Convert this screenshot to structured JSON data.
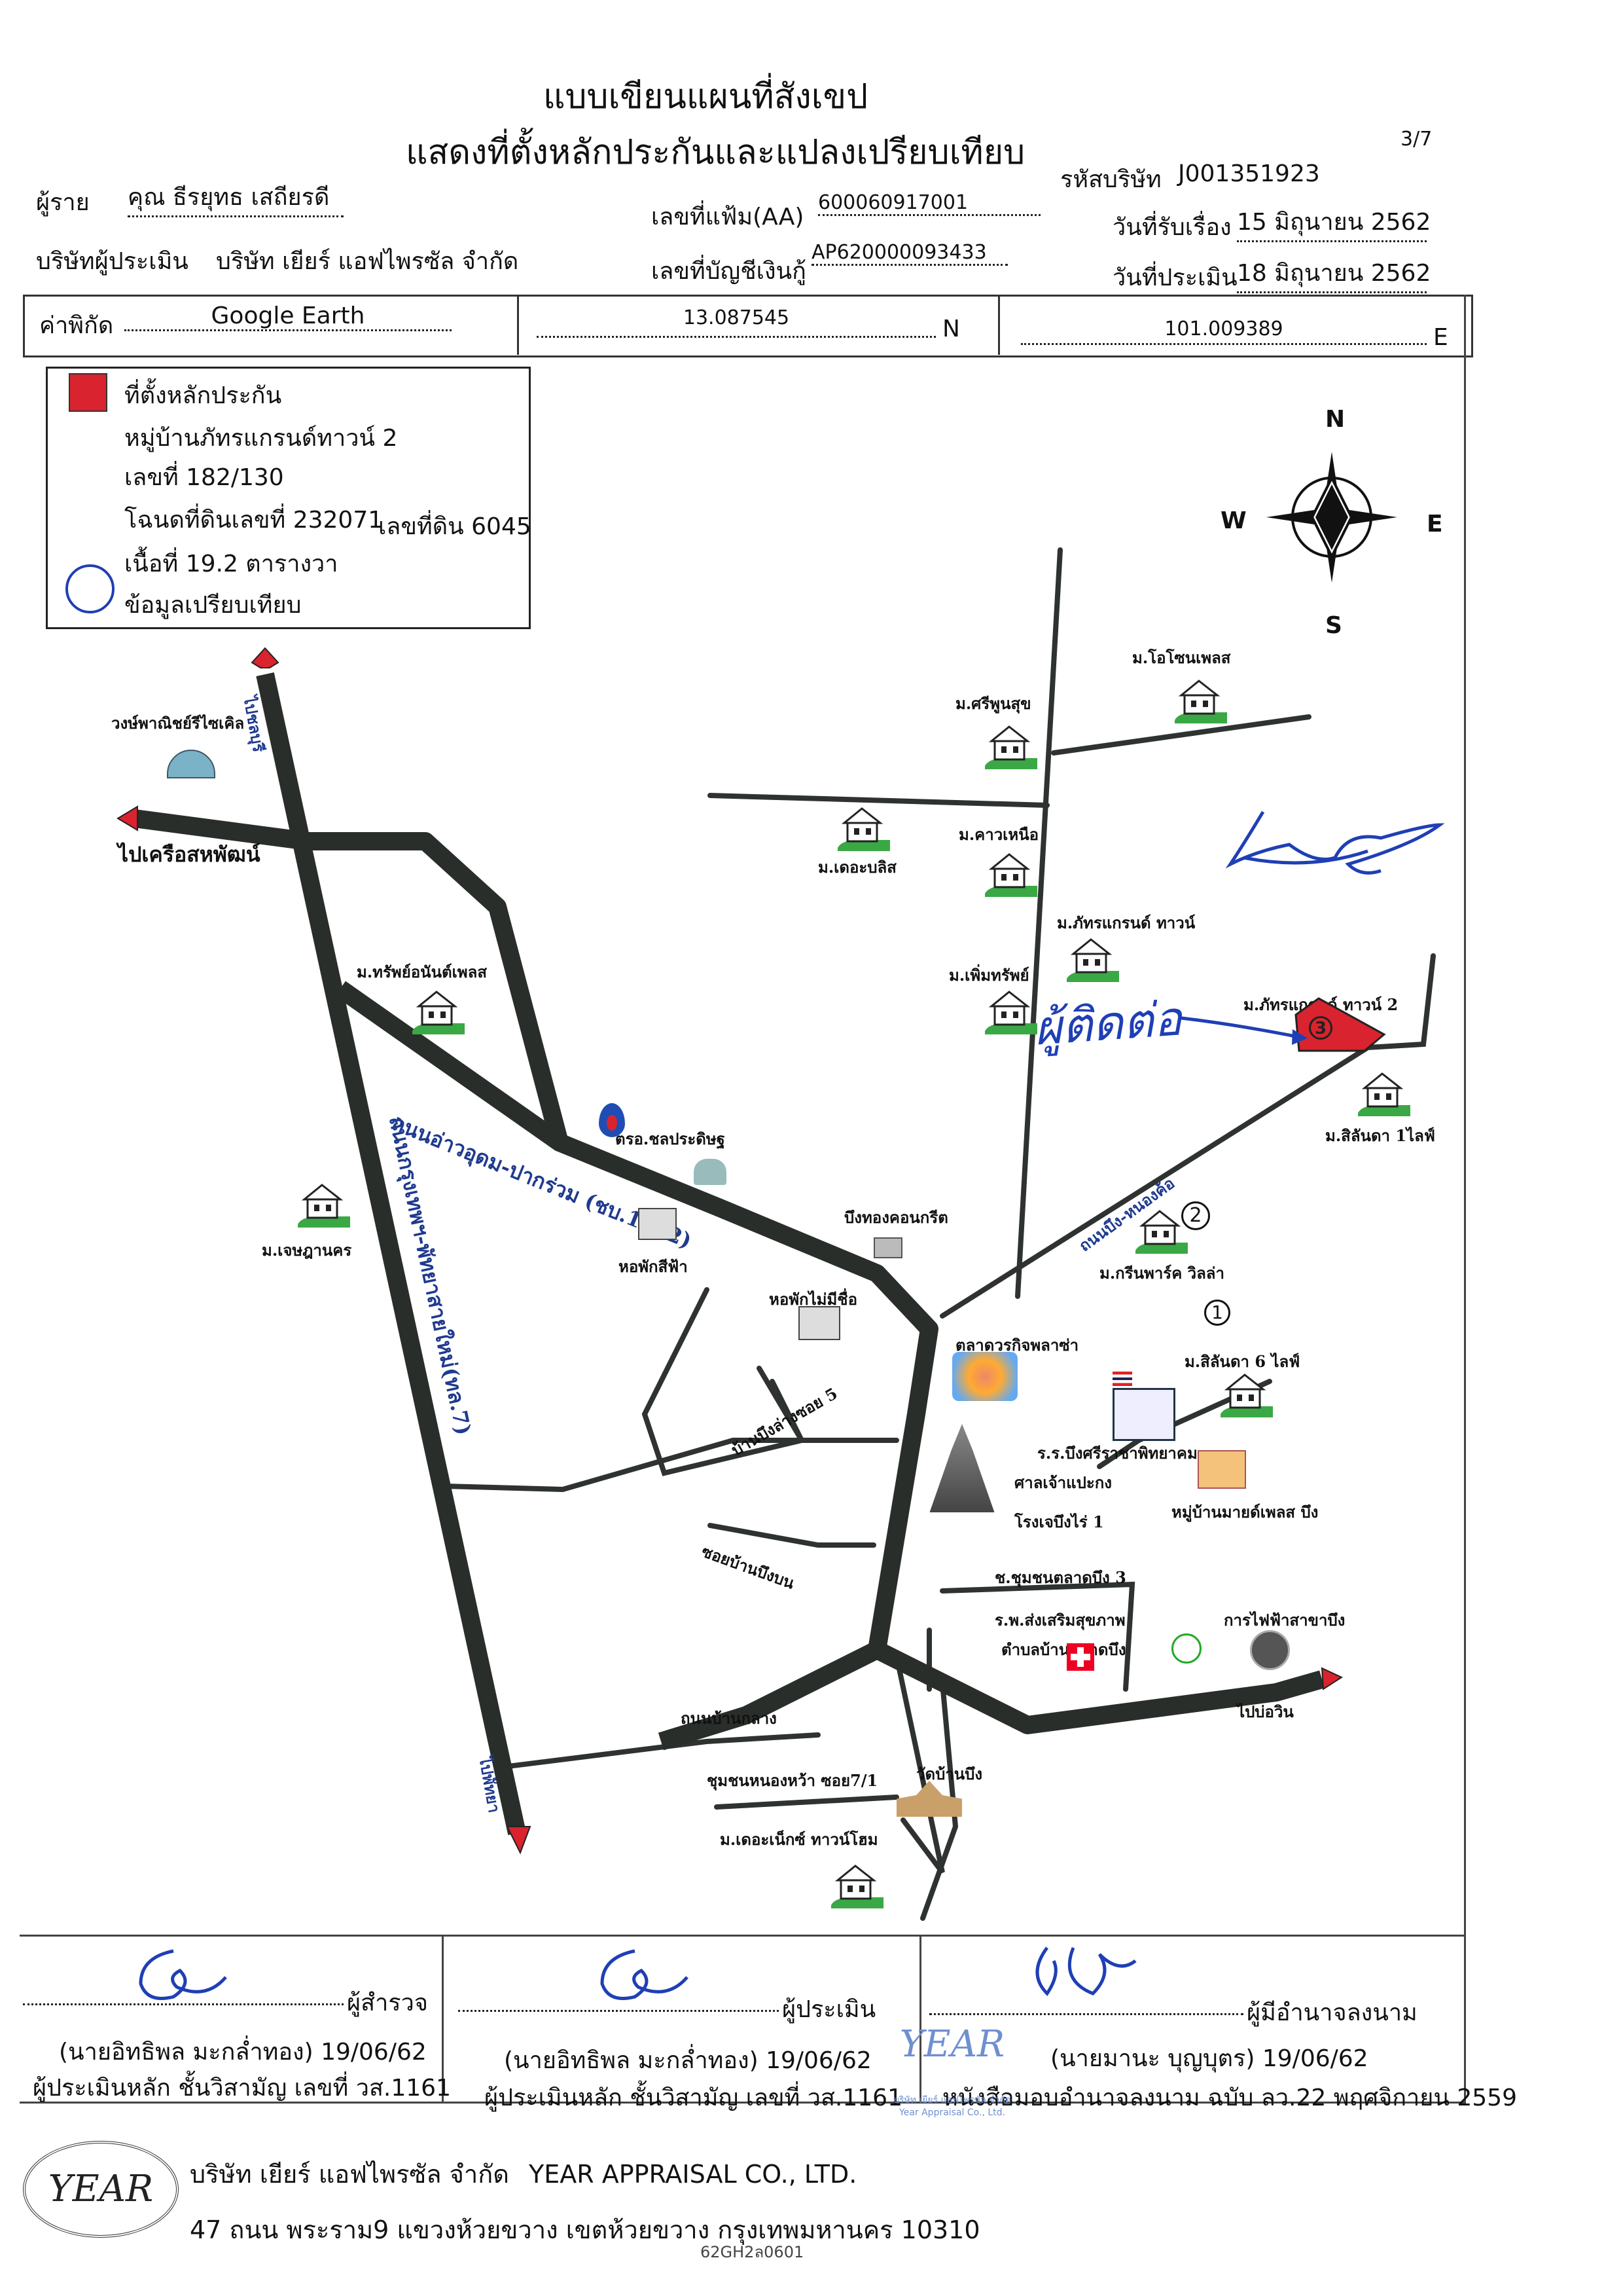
{
  "header": {
    "title_line1": "แบบเขียนแผนที่สังเขป",
    "title_line2": "แสดงที่ตั้งหลักประกันและแปลงเปรียบเทียบ",
    "page_no": "3/7",
    "company_code_label": "รหัสบริษัท",
    "company_code": "J001351923",
    "client_label": "ผู้ราย",
    "client_name": "คุณ ธีรยุทธ เสถียรดี",
    "file_no_label": "เลขที่แฟ้ม(AA)",
    "file_no": "600060917001",
    "received_label": "วันที่รับเรื่อง",
    "received_date": "15 มิถุนายน 2562",
    "appraiser_company_label": "บริษัทผู้ประเมิน",
    "appraiser_company": "บริษัท เยียร์ แอฟไพรซัล จำกัด",
    "loan_no_label": "เลขที่บัญชีเงินกู้",
    "loan_no": "AP620000093433",
    "appraisal_date_label": "วันที่ประเมิน",
    "appraisal_date": "18 มิถุนายน 2562"
  },
  "coords": {
    "source_label": "ค่าพิกัด",
    "source": "Google Earth",
    "lat": "13.087545",
    "lat_suffix": "N",
    "lon": "101.009389",
    "lon_suffix": "E"
  },
  "legend": {
    "collateral_title": "ที่ตั้งหลักประกัน",
    "village": "หมู่บ้านภัทรแกรนด์ทาวน์ 2",
    "house_no": "เลขที่ 182/130",
    "deed": "โฉนดที่ดินเลขที่ 232071",
    "land_no": "เลขที่ดิน 6045",
    "area": "เนื้อที่ 19.2 ตารางวา",
    "comparable_label": "ข้อมูลเปรียบเทียบ",
    "collateral_color": "#d9232e",
    "comparable_color": "#1f3fb5"
  },
  "compass": {
    "n": "N",
    "s": "S",
    "e": "E",
    "w": "W"
  },
  "map": {
    "road_color": "#2a2e2b",
    "roads": {
      "to_chonburi": "ไปชลบุรี",
      "to_kruea_sahapat": "ไปเครือสหพัฒน์",
      "to_pattaya": "ไปพัทยา",
      "to_bo_win": "ไปบ่อวิน",
      "road_ao_udom": "ถนนอ่าวอุดม-ปากร่วม (ชบ.1032)",
      "road_motorway": "ถนนกรุงเทพฯ-พัทยาสายใหม่(ทล.7)",
      "road_bueng_nong_kho": "ถนนบึง-หนองค้อ",
      "soi_ban_bueng_lang": "บ้านบึงล่างซอย 5",
      "soi_ban_bueng_bon": "ซอยบ้านบึงบน",
      "road_ban_klang": "ถนนบ้านกลาง"
    },
    "labels": {
      "wong_panich": "วงษ์พาณิชย์รีไซเคิล",
      "m_o_zone": "ม.โอโซนเพลส",
      "m_sri_phun_suk": "ม.ศรีพูนสุข",
      "m_kao_nuea": "ม.คาวเหนือ",
      "m_the_bliss": "ม.เดอะบลิส",
      "m_phatra_grand": "ม.ภัทรแกรนด์ ทาวน์",
      "m_perm_sap": "ม.เพิ่มทรัพย์",
      "m_phatra_grand_2": "ม.ภัทรแกรนด์ ทาวน์ 2",
      "m_sap_anan": "ม.ทรัพย์อนันต์เพลส",
      "ptt_station": "ตรอ.ชลประดิษฐ",
      "m_silanda_1": "ม.สิลันดา 1ไลฟ์",
      "m_chen_nakorn": "ม.เจษฎานคร",
      "bueng_thong_concrete": "บึงทองคอนกรีต",
      "dorm_sifa": "หอพักสีฟ้า",
      "m_green_park": "ม.กรีนพาร์ค วิลล่า",
      "dorm_no_name": "หอพักไม่มีชื่อ",
      "market_plaza": "ตลาดวรกิจพลาซ่า",
      "m_silanda_6": "ม.สิลันดา 6 ไลฟ์",
      "school": "ร.ร.บึงศรีราชาพิทยาคม",
      "shrine": "ศาลเจ้าแปะกง",
      "factory": "โรงเจบึงไร่ 1",
      "village_mai": "หมู่บ้านมายด์เพลส บึง",
      "community_market": "ช.ชุมชนตลาดบึง 3",
      "hospital": "ร.พ.ส่งเสริมสุขภาพ",
      "hospital2": "ตำบลบ้านตลาดบึง",
      "pea": "การไฟฟ้าสาขาบึง",
      "community_nong": "ชุมชนหนองหว้า ซอย7/1",
      "wat": "วัดบ้านบึง",
      "m_the_connect": "ม.เดอะเน็กซ์ ทาวน์โฮม",
      "handwritten": "ผู้ติดต่อ"
    },
    "markers": {
      "m1": "1",
      "m2": "2",
      "m3": "3"
    }
  },
  "signatures": {
    "surveyor_role": "ผู้สำรวจ",
    "surveyor_name": "(นายอิทธิพล มะกล่ำทอง) 19/06/62",
    "surveyor_title": "ผู้ประเมินหลัก ชั้นวิสามัญ เลขที่ วส.1161",
    "appraiser_role": "ผู้ประเมิน",
    "appraiser_name": "(นายอิทธิพล มะกล่ำทอง) 19/06/62",
    "appraiser_title": "ผู้ประเมินหลัก ชั้นวิสามัญ เลขที่ วส.1161",
    "signer_role": "ผู้มีอำนาจลงนาม",
    "signer_name": "(นายมานะ บุญบุตร) 19/06/62",
    "signer_title": "หนังสือมอบอำนาจลงนาม ฉบับ ลว.22 พฤศจิกายน 2559"
  },
  "footer": {
    "company_th": "บริษัท เยียร์ แอฟไพรซัล จำกัด",
    "company_en": "YEAR APPRAISAL CO., LTD.",
    "address": "47 ถนน พระราม9 แขวงห้วยขวาง เขตห้วยขวาง กรุงเทพมหานคร 10310",
    "doc_code": "62GH2ล0601",
    "logo_text": "YEAR",
    "stamp_line1": "บริษัท เยียร์ แอฟไพรซัล จำกัด",
    "stamp_line2": "Year Appraisal Co., Ltd."
  }
}
